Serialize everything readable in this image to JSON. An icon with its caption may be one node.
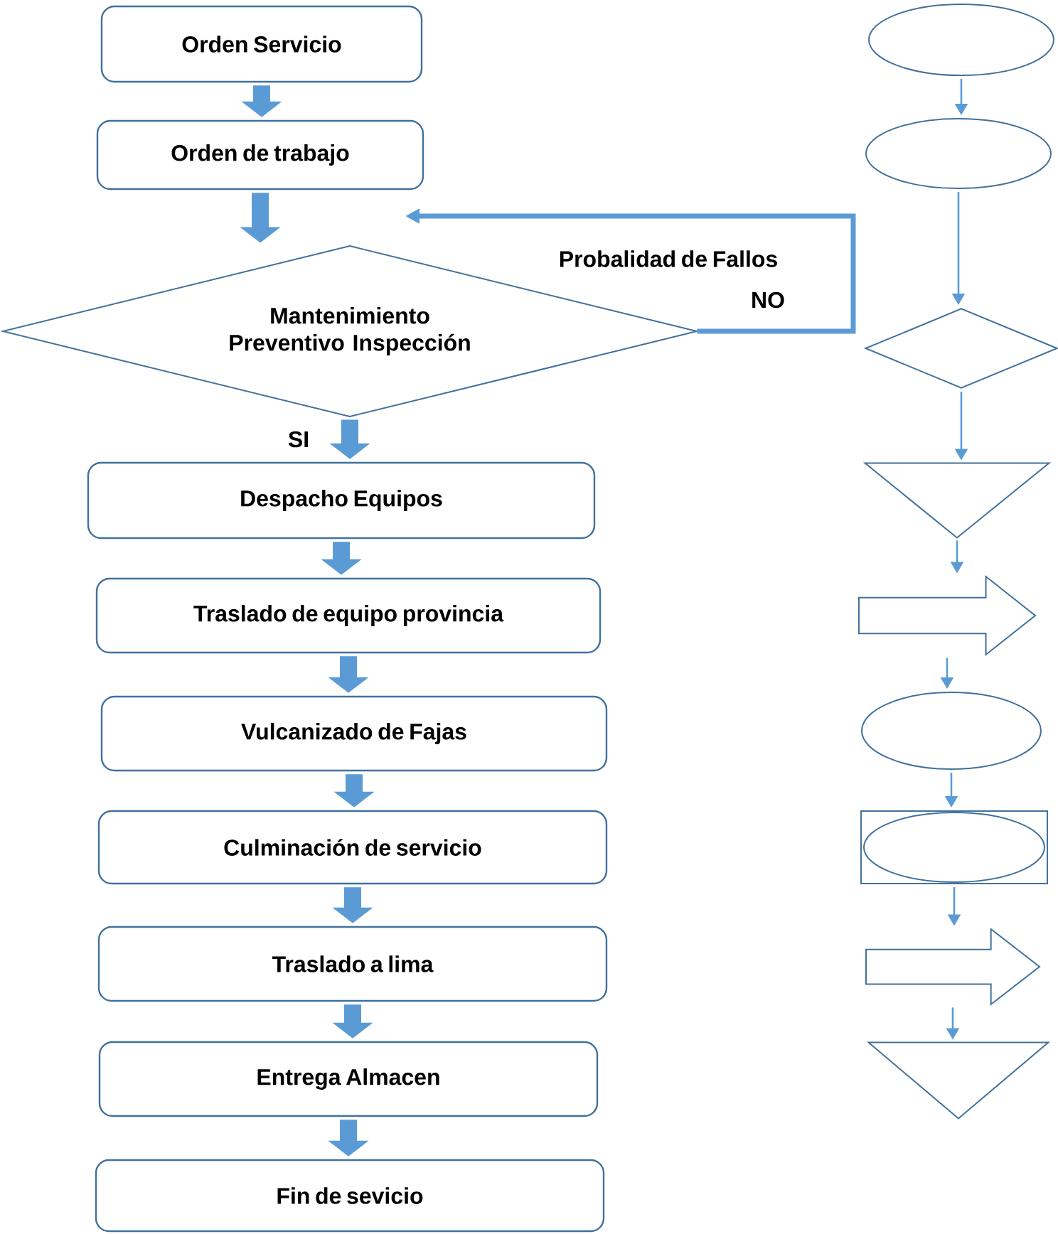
{
  "diagram": {
    "nodes": [
      {
        "text": [
          "Orden Servicio"
        ]
      },
      {
        "text": [
          "Orden de trabajo"
        ]
      },
      {
        "text": [
          "Mantenimiento Preventivo Inspección"
        ]
      },
      {
        "text": [
          "Despacho Equipos"
        ]
      },
      {
        "text": [
          "Traslado de equipo provincia"
        ]
      },
      {
        "text": [
          "Vulcanizado de Fajas"
        ]
      },
      {
        "text": [
          "Culminación de servicio"
        ]
      },
      {
        "text": [
          "Traslado a lima"
        ]
      },
      {
        "text": [
          "Entrega Almacen"
        ]
      },
      {
        "text": [
          "Fin de sevicio"
        ]
      },
      {
        "text": [],
        "shape": "ellipse"
      },
      {
        "text": [],
        "shape": "ellipse"
      },
      {
        "text": [],
        "shape": "diamond"
      },
      {
        "text": [],
        "shape": "triangle"
      },
      {
        "text": [],
        "shape": "arrow"
      },
      {
        "text": [],
        "shape": "ellipse"
      },
      {
        "text": [],
        "shape": "box"
      },
      {
        "text": [],
        "shape": "arrow"
      },
      {
        "text": [],
        "shape": "triangle"
      }
    ],
    "edges": [
      {
        "from": 0,
        "to": 1,
        "arrow": "to",
        "style": "thick"
      },
      {
        "from": 1,
        "to": 2,
        "arrow": "to",
        "style": "thick"
      },
      {
        "from": 2,
        "to": 3,
        "arrow": "to",
        "label": "SI",
        "style": "thick"
      },
      {
        "from": 3,
        "to": 4,
        "arrow": "to",
        "style": "thick"
      },
      {
        "from": 4,
        "to": 5,
        "arrow": "to",
        "style": "thick"
      },
      {
        "from": 5,
        "to": 6,
        "arrow": "to",
        "style": "thick"
      },
      {
        "from": 6,
        "to": 7,
        "arrow": "to",
        "style": "thick"
      },
      {
        "from": 7,
        "to": 8,
        "arrow": "to",
        "style": "thick"
      },
      {
        "from": 8,
        "to": 9,
        "arrow": "to",
        "style": "thick"
      },
      {
        "from": 2,
        "to": null,
        "arrow": "to",
        "label": "NO"
      },
      {
        "from": 10,
        "to": 11,
        "arrow": "to"
      },
      {
        "from": 11,
        "to": 12,
        "arrow": "to"
      },
      {
        "from": 12,
        "to": 13,
        "arrow": "to"
      },
      {
        "from": 13,
        "to": 14,
        "arrow": "to"
      },
      {
        "from": 14,
        "to": 15,
        "arrow": "to"
      },
      {
        "from": 15,
        "to": 16,
        "arrow": "to"
      },
      {
        "from": 16,
        "to": 17,
        "arrow": "to"
      },
      {
        "from": 17,
        "to": 18,
        "arrow": "to"
      }
    ],
    "labels": [
      "Probalidad de Fallos"
    ]
  }
}
